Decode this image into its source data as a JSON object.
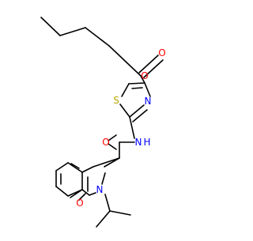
{
  "molecule": {
    "atoms": {
      "O_carbonyl_ester": {
        "label": "O",
        "color": "#ff0000"
      },
      "O_ether_ester": {
        "label": "O",
        "color": "#ff0000"
      },
      "S_thiazole": {
        "label": "S",
        "color": "#b8a600"
      },
      "N_thiazole": {
        "label": "N",
        "color": "#0000ff"
      },
      "N_amide": {
        "label": "N",
        "color": "#0000ff"
      },
      "H_amide": {
        "label": "H",
        "color": "#0000ff"
      },
      "O_amide": {
        "label": "O",
        "color": "#ff0000"
      },
      "N_ring": {
        "label": "N",
        "color": "#0000ff"
      },
      "O_ring": {
        "label": "O",
        "color": "#ff0000"
      }
    },
    "bond_color": "#000000"
  }
}
